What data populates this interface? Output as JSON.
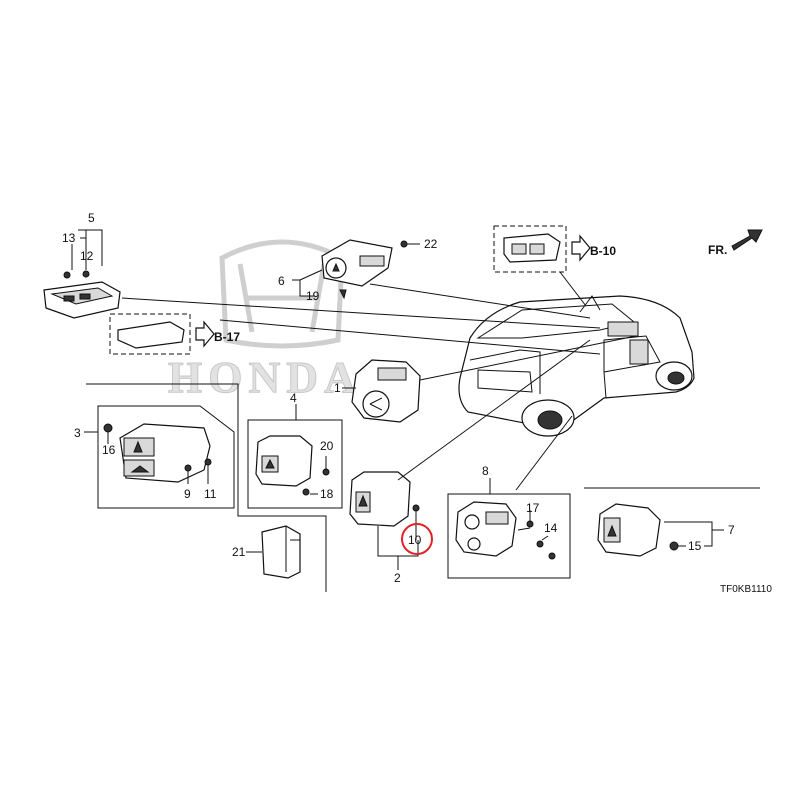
{
  "watermark": {
    "brand": "HONDA"
  },
  "callouts": {
    "c1": "1",
    "c2": "2",
    "c3": "3",
    "c4": "4",
    "c5": "5",
    "c6": "6",
    "c7": "7",
    "c8": "8",
    "c9": "9",
    "c10": "10",
    "c11": "11",
    "c12": "12",
    "c13": "13",
    "c14": "14",
    "c15": "15",
    "c16": "16",
    "c17": "17",
    "c18": "18",
    "c19": "19",
    "c20": "20",
    "c21": "21",
    "c22": "22"
  },
  "refs": {
    "b10": "B-10",
    "b17": "B-17"
  },
  "front_label": "FR.",
  "diagram_code": "TF0KB1110",
  "highlight_color": "#e0242a"
}
